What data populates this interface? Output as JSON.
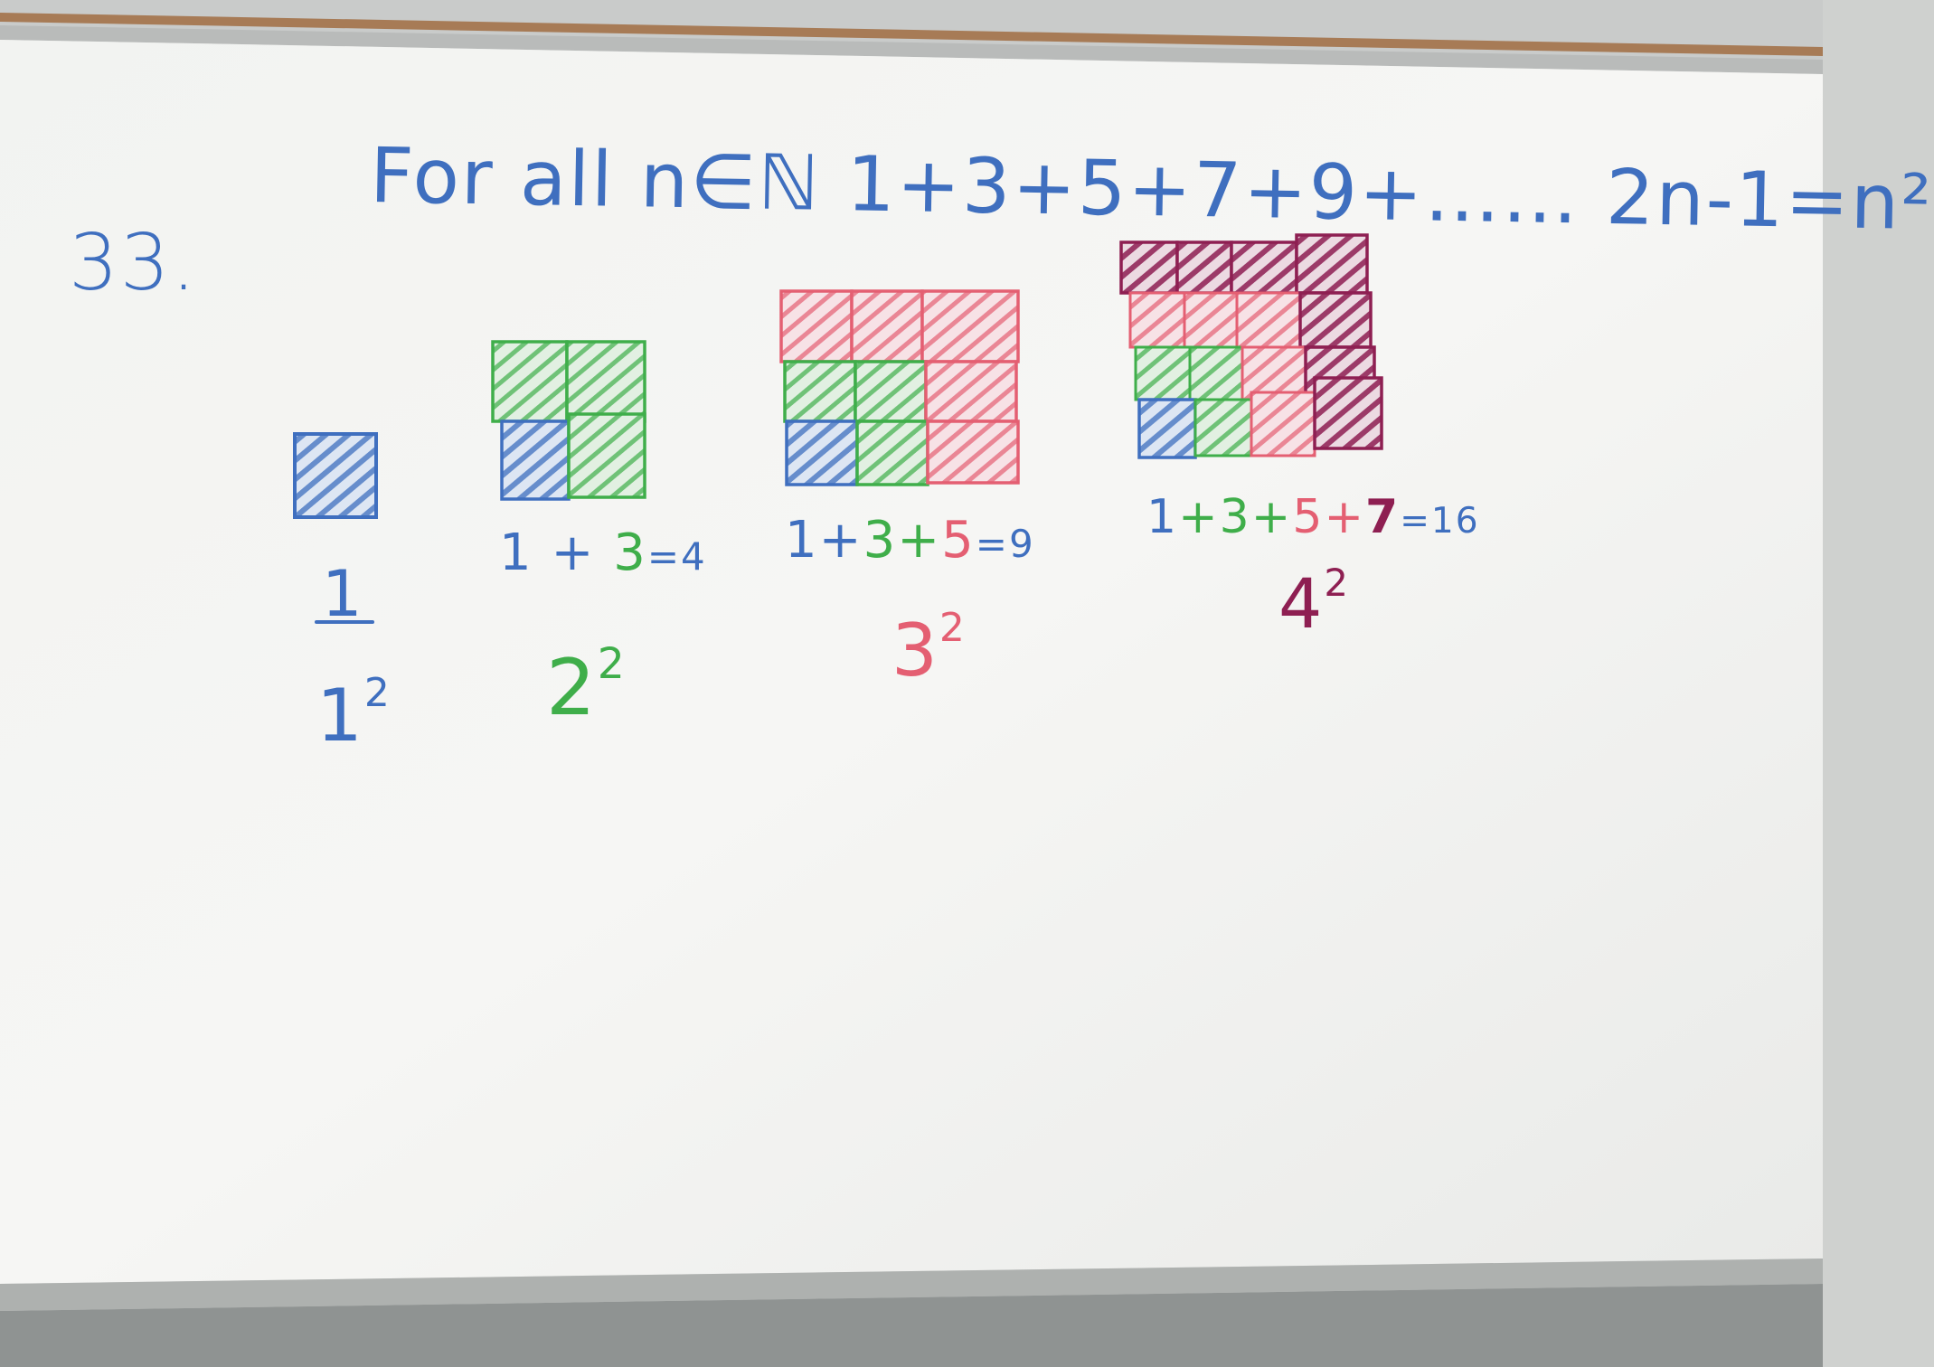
{
  "colors": {
    "blue": "#3f6fbf",
    "green": "#3fae4a",
    "pink": "#e45f72",
    "maroon": "#8e1f52",
    "board": "#f4f4f2",
    "frame_wood": "#a77b56",
    "tray": "#bfc2c0"
  },
  "board": {
    "problem_number": "33.",
    "statement": "For all n∈ℕ  1+3+5+7+9+…… 2n-1=n²"
  },
  "examples": [
    {
      "n": "1",
      "grid_size": 1,
      "sum_label": "1",
      "square_base": "1",
      "square_exp": "2"
    },
    {
      "n": "2",
      "grid_size": 2,
      "sum_terms": [
        "1",
        "+",
        "3",
        "=4"
      ],
      "square_base": "2",
      "square_exp": "2"
    },
    {
      "n": "3",
      "grid_size": 3,
      "sum_terms": [
        "1",
        "+",
        "3",
        "+",
        "5",
        "=9"
      ],
      "square_base": "3",
      "square_exp": "2"
    },
    {
      "n": "4",
      "grid_size": 4,
      "sum_terms": [
        "1",
        "+",
        "3",
        "+",
        "5",
        "+",
        "7",
        "=16"
      ],
      "square_base": "4",
      "square_exp": "2"
    }
  ]
}
